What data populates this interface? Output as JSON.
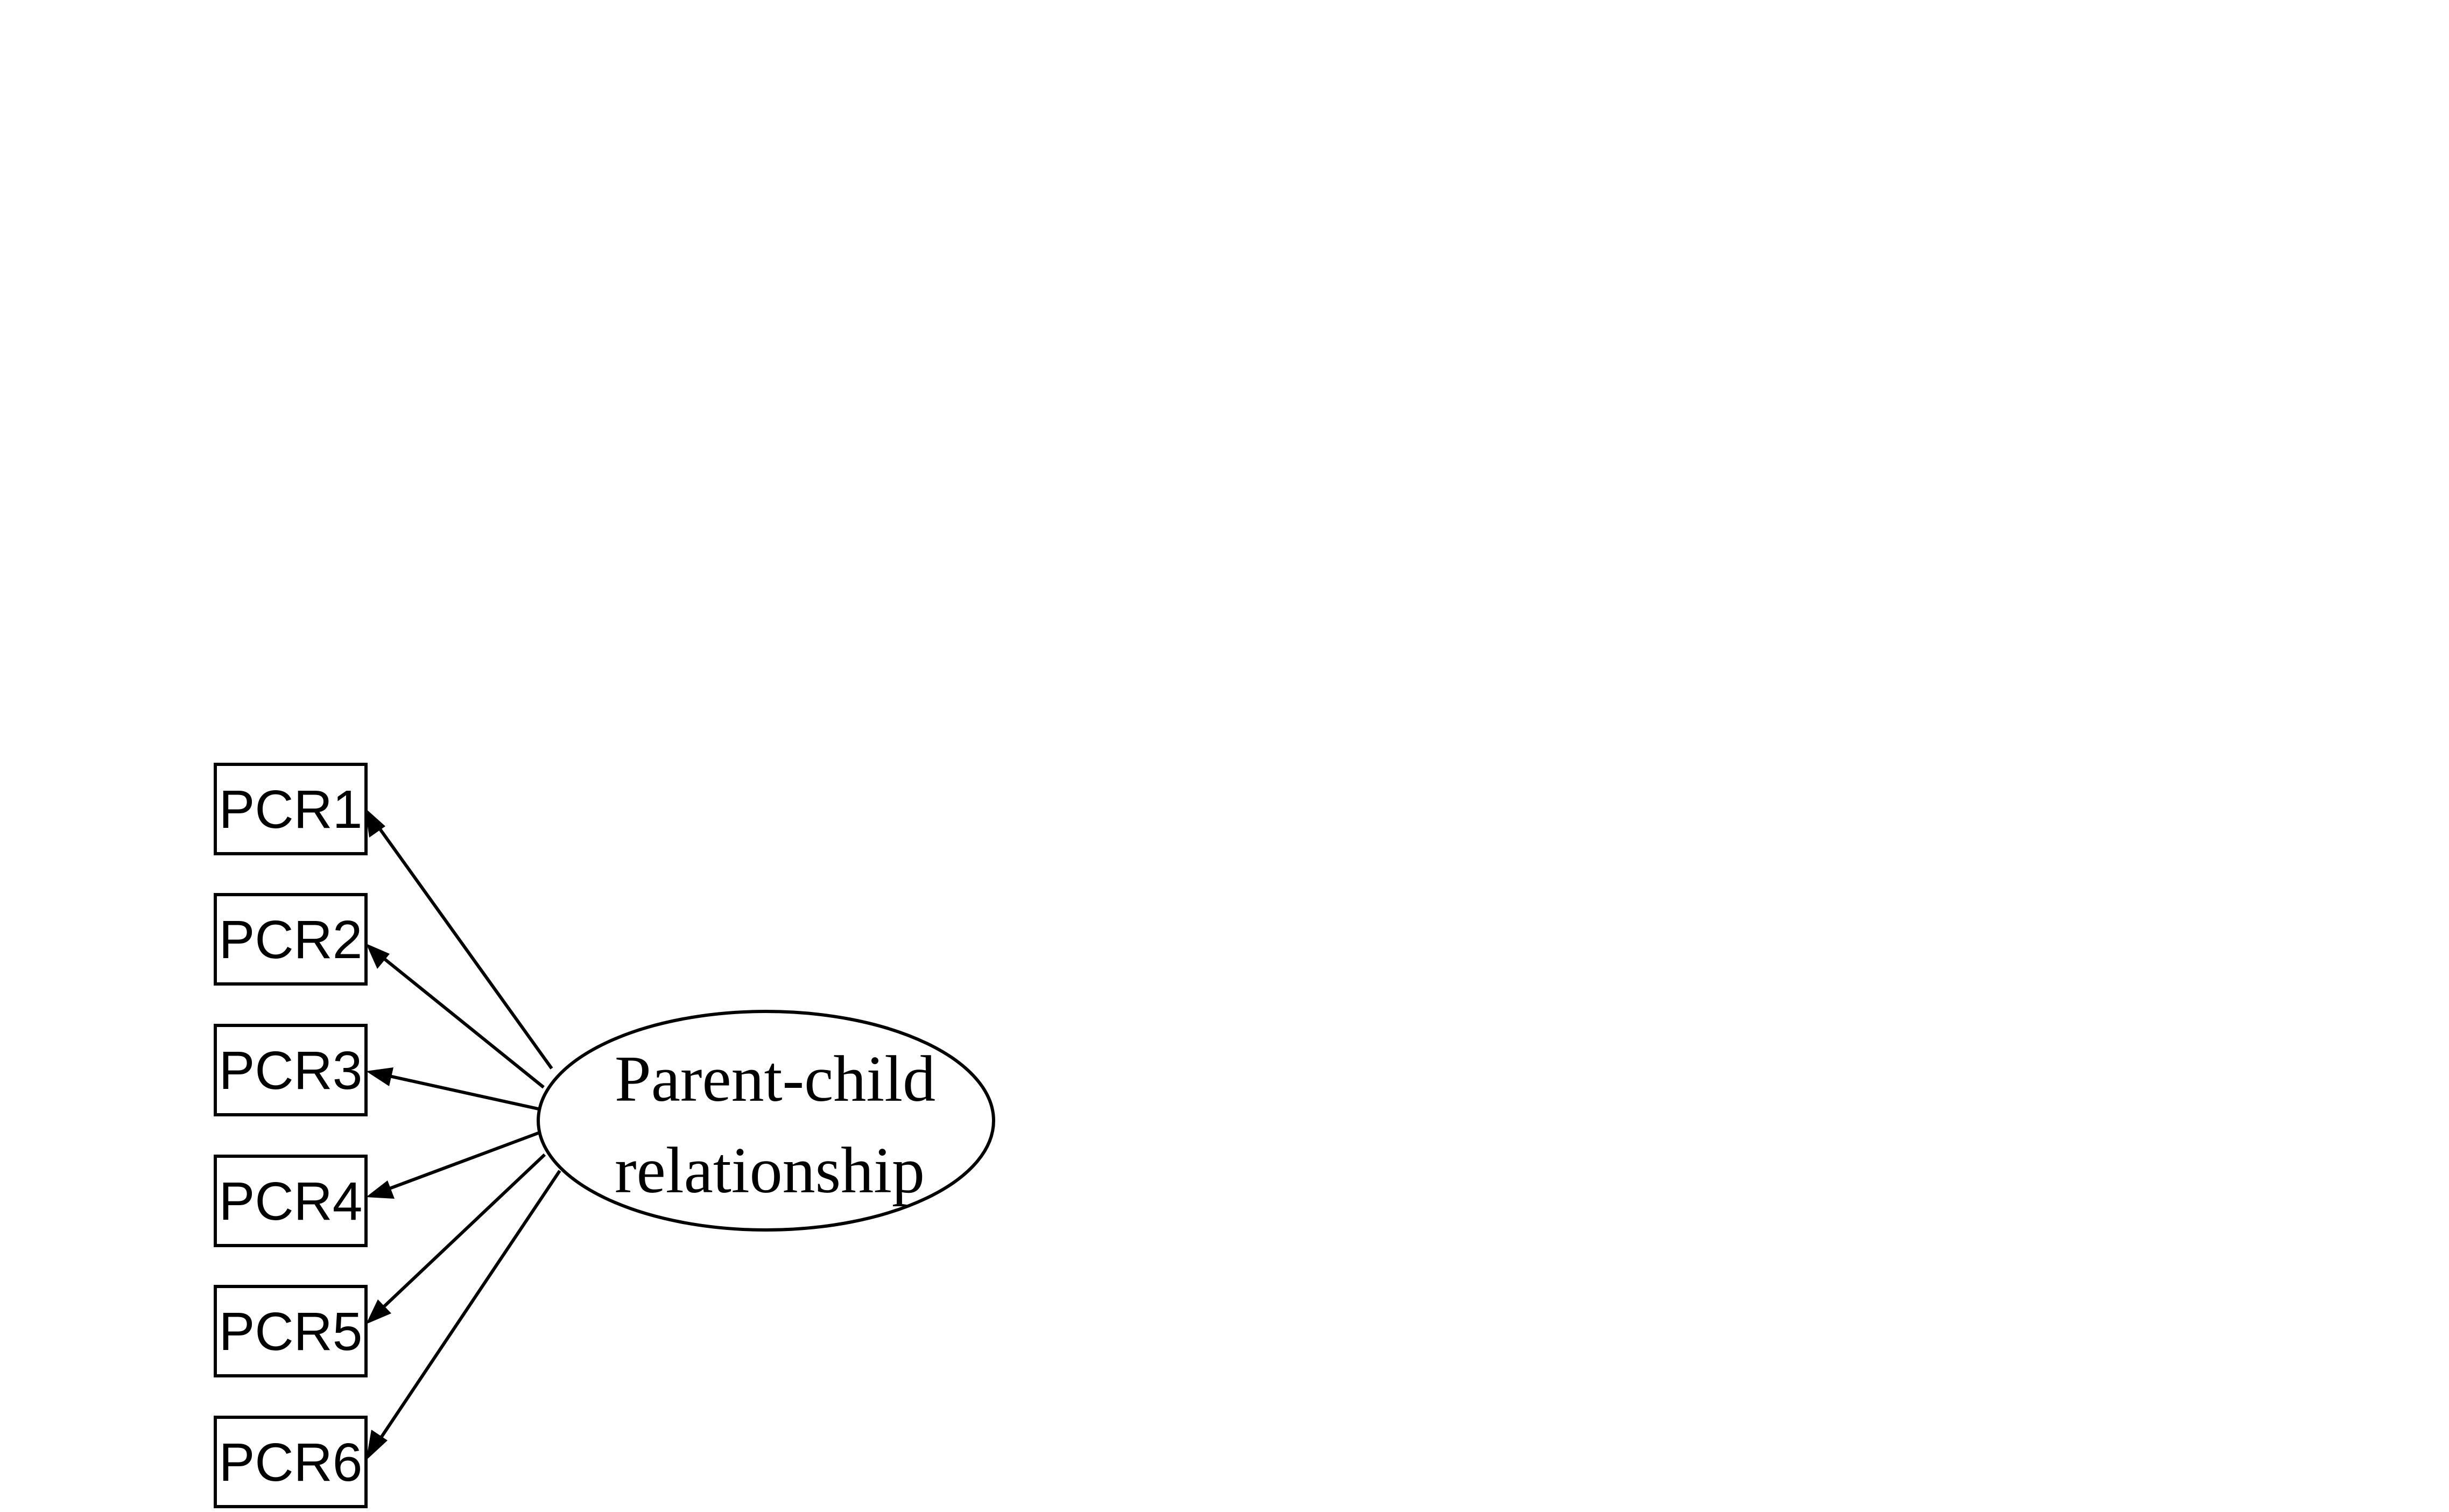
{
  "diagram": {
    "latent": {
      "line1": "Parent-child",
      "line2": "relationship"
    },
    "indicators": [
      {
        "label": "PCR1"
      },
      {
        "label": "PCR2"
      },
      {
        "label": "PCR3"
      },
      {
        "label": "PCR4"
      },
      {
        "label": "PCR5"
      },
      {
        "label": "PCR6"
      }
    ],
    "colors": {
      "stroke": "#000000",
      "background": "#ffffff"
    }
  }
}
